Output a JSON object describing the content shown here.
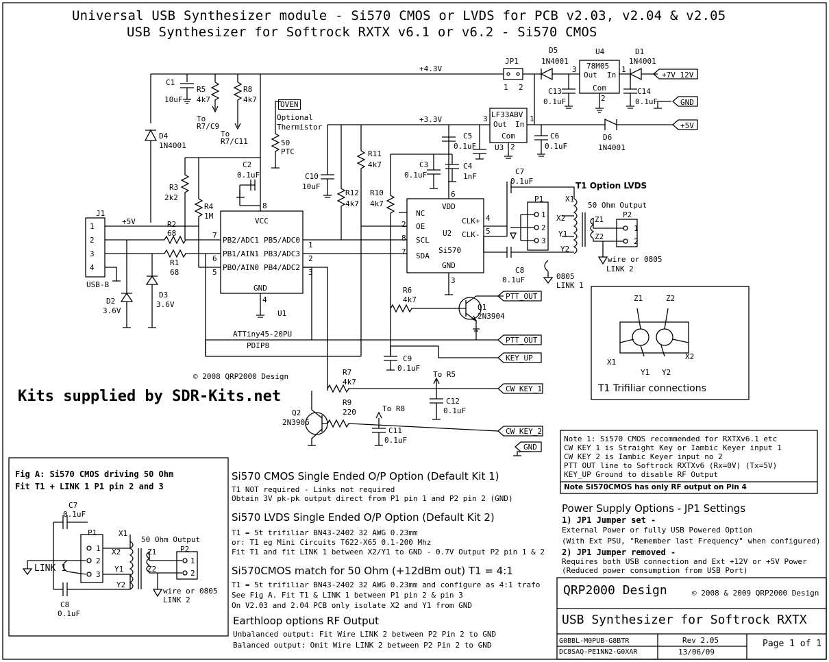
{
  "title": {
    "line1": "Universal USB Synthesizer module - Si570 CMOS or LVDS for PCB v2.03, v2.04 & v2.05",
    "line2": "USB Synthesizer for Softrock RXTX v6.1 or v6.2 - Si570 CMOS"
  },
  "rails": {
    "v43": "+4.3V",
    "v33": "+3.3V",
    "v5a": "+5V",
    "v5b": "+5V"
  },
  "components": {
    "c1": "C1",
    "c1v": "10uF",
    "c2": "C2",
    "c2v": "0.1uF",
    "c3": "C3",
    "c3v": "0.1uF",
    "c4": "C4",
    "c4v": "1nF",
    "c5": "C5",
    "c5v": "0.1uF",
    "c6": "C6",
    "c6v": "0.1uF",
    "c7": "C7",
    "c7v": "0.1uF",
    "c8": "C8",
    "c8v": "0.1uF",
    "c9": "C9",
    "c9v": "0.1uF",
    "c10": "C10",
    "c10v": "10uF",
    "c11": "C11",
    "c11v": "0.1uF",
    "c12": "C12",
    "c12v": "0.1uF",
    "c13": "C13",
    "c13v": "0.1uF",
    "c14": "C14",
    "c14v": "0.1uF",
    "r1": "R1",
    "r1v": "68",
    "r2": "R2",
    "r2v": "68",
    "r3": "R3",
    "r3v": "2k2",
    "r4": "R4",
    "r4v": "1M",
    "r5": "R5",
    "r5v": "4k7",
    "r6": "R6",
    "r6v": "4k7",
    "r7": "R7",
    "r7v": "4k7",
    "r8": "R8",
    "r8v": "4k7",
    "r9": "R9",
    "r9v": "220",
    "r10": "R10",
    "r10v": "4k7",
    "r11": "R11",
    "r11v": "4k7",
    "r12": "R12",
    "r12v": "4k7",
    "d1": "D1",
    "d1v": "1N4001",
    "d2": "D2",
    "d2v": "3.6V",
    "d3": "D3",
    "d3v": "3.6V",
    "d4": "D4",
    "d4v": "1N4001",
    "d5": "D5",
    "d5v": "1N4001",
    "d6": "D6",
    "d6v": "1N4001",
    "q1": "Q1",
    "q1v": "2N3904",
    "q2": "Q2",
    "q2v": "2N3906",
    "jp1": "JP1",
    "j1": "J1",
    "usbb": "USB-B",
    "u1": "U1",
    "u1type": "ATTiny45-20PU",
    "u1pkg": "PDIP8",
    "u2": "U2",
    "u2type": "Si570",
    "u3": "U3",
    "u3type": "LF33ABV",
    "u4": "U4",
    "u4type": "78M05",
    "p1": "P1",
    "p2": "P2",
    "t1": "T1 Option LVDS",
    "r5to": "To\nR7/C9",
    "r8to": "To\nR7/C11",
    "tor5": "To R5",
    "tor8": "To R8",
    "oven": "OVEN",
    "thermistor": "Optional\nThermistor",
    "ptc": "50\nPTC",
    "out50": "50 Ohm Output",
    "wire0805": "wire or 0805",
    "link2": "LINK 2",
    "link1": "LINK 1",
    "n0805": "0805"
  },
  "u1pins": {
    "vcc": "VCC",
    "gnd": "GND",
    "pb2": "PB2/ADC1",
    "pb1": "PB1/AIN1",
    "pb0": "PB0/AIN0",
    "pb5": "PB5/ADC0",
    "pb3": "PB3/ADC3",
    "pb4": "PB4/ADC2"
  },
  "u2pins": {
    "nc": "NC",
    "oe": "OE",
    "scl": "SCL",
    "sda": "SDA",
    "vdd": "VDD",
    "gnd": "GND",
    "clkp": "CLK+",
    "clkm": "CLK-"
  },
  "u3pins": {
    "out": "Out",
    "in": "In",
    "com": "Com"
  },
  "labels": {
    "v7": "+7V 12V",
    "gnd1": "GND",
    "v5": "+5V",
    "ptt_out1": "PTT_OUT",
    "ptt_out2": "PTT_OUT",
    "key_up": "KEY_UP",
    "cw_key1": "CW KEY_1",
    "cw_key2": "CW KEY_2",
    "gnd2": "GND"
  },
  "credits": {
    "design": "© 2008 QRP2000 Design",
    "kits": "Kits supplied by SDR-Kits.net"
  },
  "trifiliar": {
    "title": "T1 Trifiliar connections",
    "z1": "Z1",
    "z2": "Z2",
    "x1": "X1",
    "y1": "Y1",
    "y2": "Y2",
    "x2": "X2"
  },
  "figa": {
    "title": "Fig A:   Si570 CMOS driving 50 Ohm",
    "sub": "Fit T1 +  LINK 1  P1 pin 2 and 3",
    "link1": "LINK 1",
    "link2": "LINK 2"
  },
  "notes": {
    "cmos_h": "Si570 CMOS Single Ended O/P Option  (Default Kit 1)",
    "cmos_l1": "T1 NOT required  - Links not required",
    "cmos_l2": "Obtain 3V pk-pk output direct from P1 pin 1 and P2 pin 2 (GND)",
    "lvds_h": "Si570 LVDS Single Ended O/P Option  (Default Kit 2)",
    "lvds_l1": "T1 =  5t trifiliar BN43-2402 32 AWG 0.23mm",
    "lvds_l2": "or: T1 eg  Mini Circuits T622-X65 0.1-200 Mhz",
    "lvds_l3": "Fit T1 and fit LINK 1 between X2/Y1 to GND - 0.7V Output P2 pin 1 & 2",
    "match_h": "Si570CMOS match for 50 Ohm (+12dBm out) T1 = 4:1",
    "match_l1": "T1 =  5t trifiliar BN43-2402 32 AWG 0.23mm and configure  as 4:1 trafo",
    "match_l2": "See Fig A. Fit T1 &  LINK 1 between P1 pin 2 & pin 3",
    "match_l3": "On V2.03 and 2.04 PCB only isolate X2 and Y1 from GND",
    "earth_h": "Earthloop options  RF Output",
    "earth_l1": "Unbalanced output:  Fit Wire LINK 2 between P2 Pin 2 to GND",
    "earth_l2": "Balanced output:  Omit Wire LINK 2 between P2 Pin 2 to GND"
  },
  "notebox": {
    "l1": "Note 1: Si570 CMOS recommended for RXTXv6.1 etc",
    "l2": "CW KEY 1  is Straight Key or Iambic Keyer input 1",
    "l3": "CW KEY 2 is Iambic Keyer input no 2",
    "l4": "PTT OUT line to Softrock RXTXv6 (Rx=0V) (Tx=5V)",
    "l5": "KEY_UP     Ground to disable RF Output",
    "l6": "Note Si570CMOS has only RF output on Pin 4"
  },
  "power": {
    "h": "Power Supply  Options - JP1 Settings",
    "s1": "1) JP1  Jumper set -",
    "s1a": "External Power or fully USB Powered Option",
    "s1b": "(With Ext PSU, \"Remember last Frequency\" when configured)",
    "s2": "2) JP1 Jumper removed -",
    "s2a": "Requires both USB connection and Ext +12V or +5V Power",
    "s2b": "(Reduced power consumption from USB Port)"
  },
  "titleblock": {
    "company": "QRP2000 Design",
    "copyright": "© 2008 & 2009 QRP2000 Design",
    "name": "USB Synthesizer for Softrock RXTX",
    "call1": "G0BBL-M0PUB-G8BTR",
    "call2": "DC8SAQ-PE1NN2-G0XAR",
    "rev": "Rev 2.05",
    "date": "13/06/09",
    "page": "Page 1 of 1"
  }
}
